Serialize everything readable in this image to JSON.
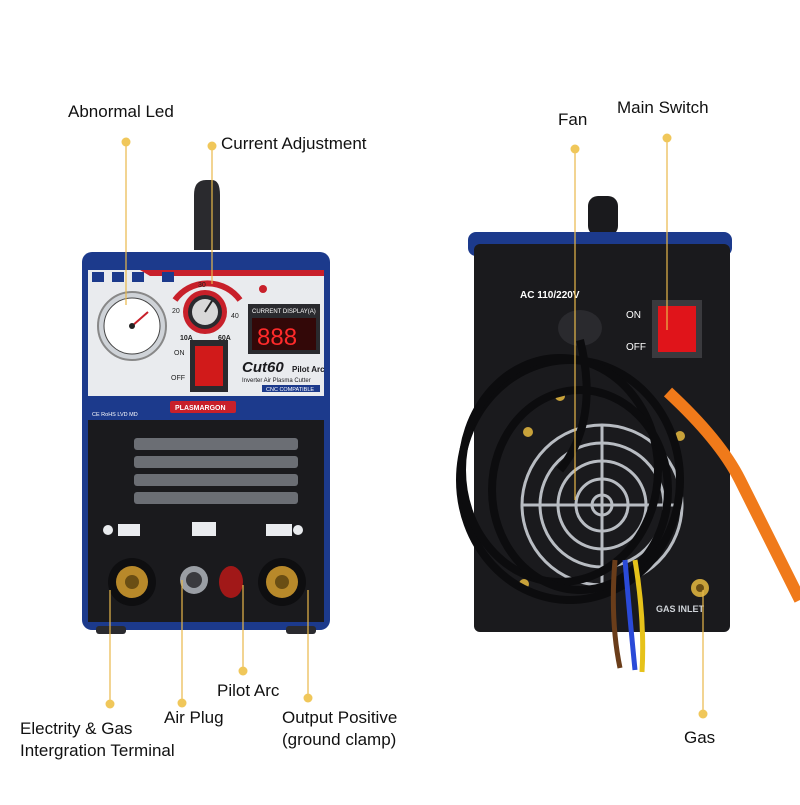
{
  "callouts": {
    "abnormal_led": "Abnormal Led",
    "current_adjustment": "Current Adjustment",
    "fan": "Fan",
    "main_switch": "Main Switch",
    "pilot_arc": "Pilot Arc",
    "air_plug": "Air Plug",
    "electricity_gas_line1": "Electrity & Gas",
    "electricity_gas_line2": "Intergration Terminal",
    "output_positive_line1": "Output Positive",
    "output_positive_line2": "(ground clamp)",
    "gas": "Gas"
  },
  "front_panel": {
    "current_display_label": "CURRENT DISPLAY(A)",
    "model_text": "Cut60",
    "pilot_arc_text": "Pilot Arc",
    "subtitle": "Inverter Air Plasma Cutter",
    "cnc_text": "CNC COMPATIBLE",
    "brand": "PLASMARGON",
    "dial_min": "10A",
    "dial_max": "60A",
    "dial_30": "30",
    "dial_20": "20",
    "dial_40": "40",
    "switch_on": "ON",
    "switch_off": "OFF",
    "cert_text": "CE RoHS LVD MD"
  },
  "back_panel": {
    "voltage_label": "AC 110/220V",
    "switch_on": "ON",
    "switch_off": "OFF",
    "gas_inlet": "GAS INLET"
  },
  "colors": {
    "callout_line": "#e8b84a",
    "callout_dot": "#f0c75a",
    "machine_blue": "#1c3a8c",
    "panel_dark": "#1a1a1d",
    "switch_red": "#d11a1a",
    "hose_orange": "#f07a1a"
  }
}
